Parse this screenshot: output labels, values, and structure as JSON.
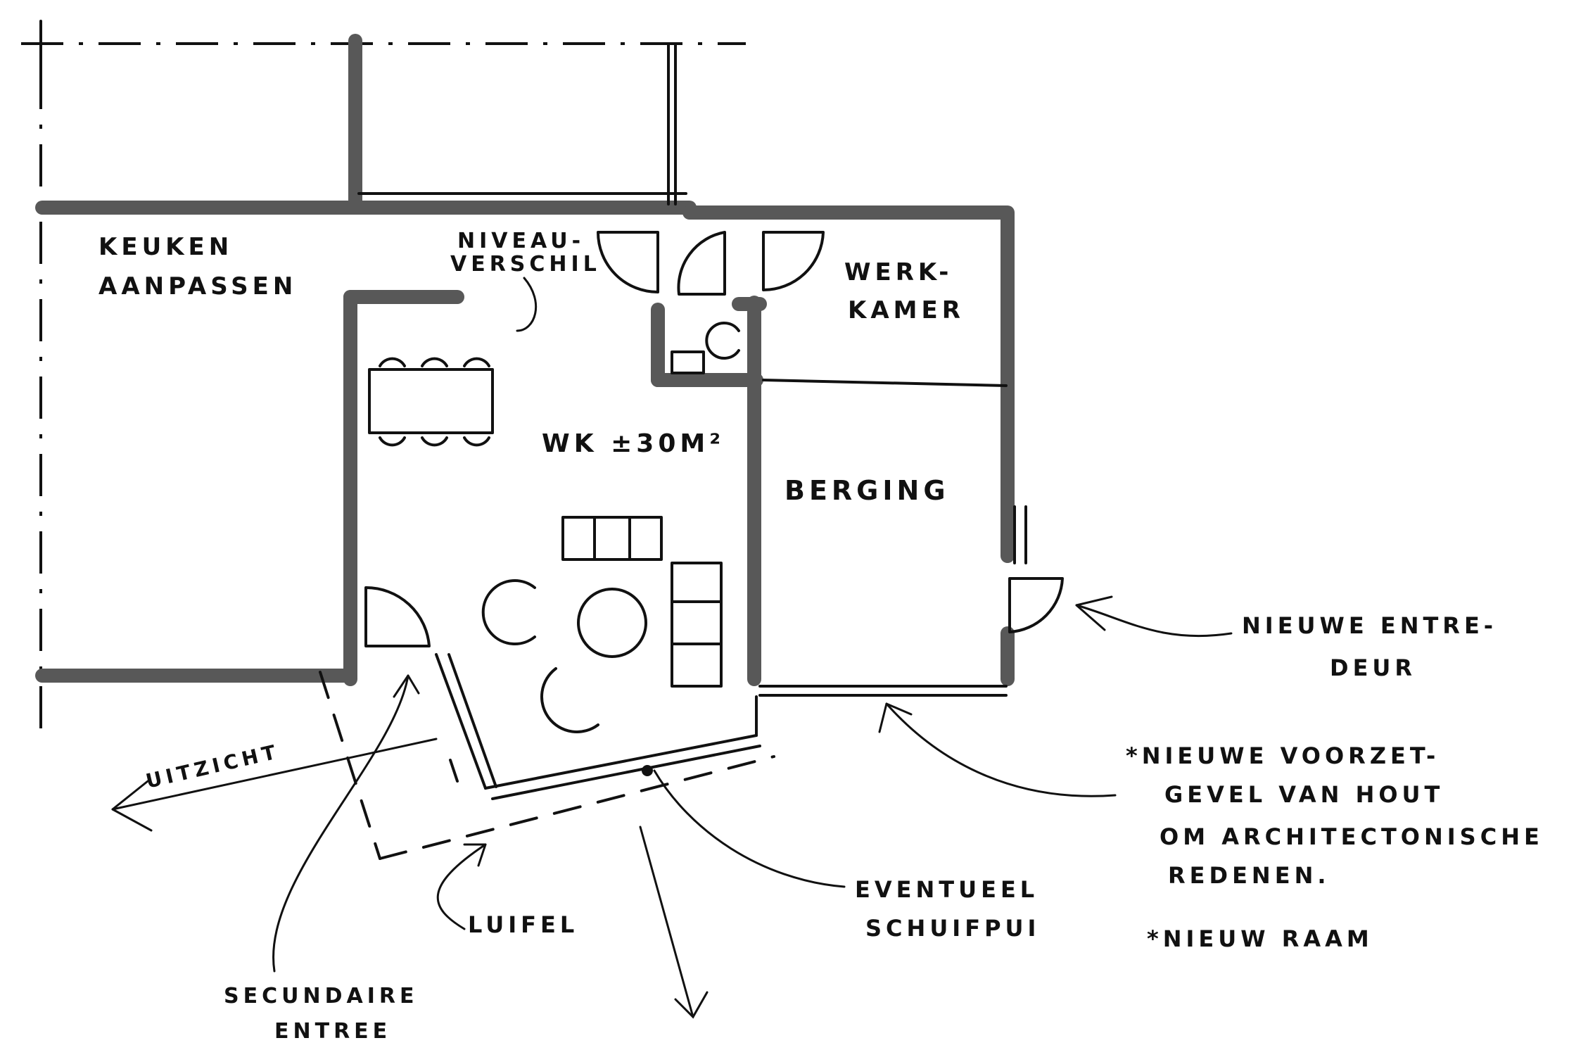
{
  "labels": {
    "keuken_1": "KEUKEN",
    "keuken_2": "AANPASSEN",
    "niveau_1": "NIVEAU-",
    "niveau_2": "VERSCHIL",
    "werk_1": "WERK-",
    "werk_2": "KAMER",
    "wk": "WK ±30M²",
    "berging": "BERGING",
    "entre_1": "NIEUWE ENTRE-",
    "entre_2": "DEUR",
    "voorzet_1": "*NIEUWE VOORZET-",
    "voorzet_2": "GEVEL VAN HOUT",
    "voorzet_3": "OM ARCHITECTONISCHE",
    "voorzet_4": "REDENEN.",
    "raam": "*NIEUW RAAM",
    "uitzicht": "UITZICHT",
    "eventueel_1": "EVENTUEEL",
    "eventueel_2": "SCHUIFPUI",
    "luifel": "LUIFEL",
    "secundaire_1": "SECUNDAIRE",
    "secundaire_2": "ENTREE"
  },
  "colors": {
    "wall": "#585858",
    "ink": "#111111",
    "paper": "#ffffff"
  }
}
